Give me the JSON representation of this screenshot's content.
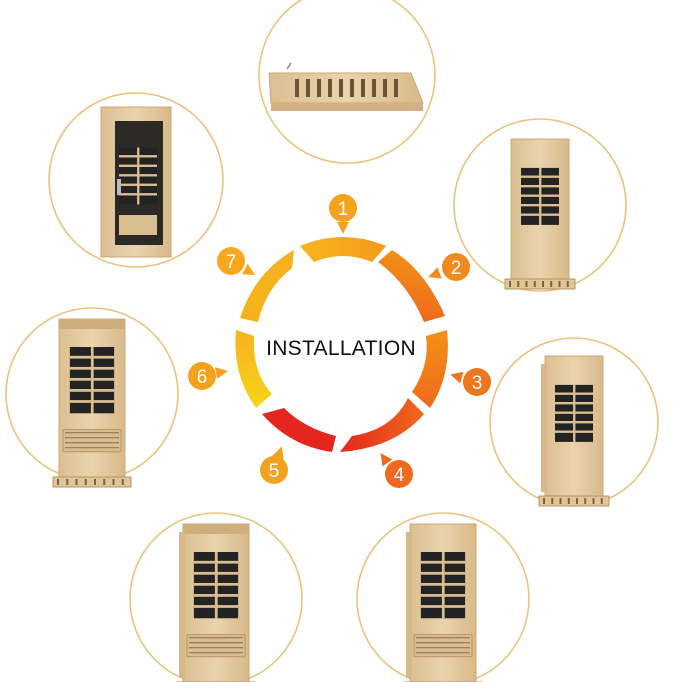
{
  "center_label": "INSTALLATION",
  "steps": [
    {
      "number": "1",
      "color": "#f6a21e",
      "image": "sauna-floor-panel"
    },
    {
      "number": "2",
      "color": "#f18a1c",
      "image": "sauna-back-wall-on-floor"
    },
    {
      "number": "3",
      "color": "#ee761f",
      "image": "sauna-side-wall-added"
    },
    {
      "number": "4",
      "color": "#ef6a1f",
      "image": "sauna-both-side-walls"
    },
    {
      "number": "5",
      "color": "#f2a21f",
      "image": "sauna-bench-installed"
    },
    {
      "number": "6",
      "color": "#f5a11c",
      "image": "sauna-roof-installed"
    },
    {
      "number": "7",
      "color": "#f7a81f",
      "image": "sauna-door-installed"
    }
  ],
  "colors": {
    "circle_border": "#e9c47e",
    "ring_yellow": "#f7d21a",
    "ring_orange": "#f39b18",
    "ring_red": "#e5261e",
    "wood": "#e4caa0",
    "heater": "#262626"
  }
}
